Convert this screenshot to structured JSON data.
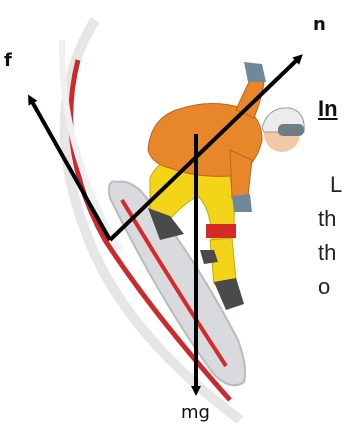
{
  "labels": {
    "f": "f",
    "n": "n",
    "mg": "mg"
  },
  "side_text": {
    "title_fragment": "In",
    "line_fragments": [
      "L",
      "th",
      "th",
      "o"
    ]
  },
  "colors": {
    "arrow": "#000000",
    "jacket": "#e8862a",
    "pants": "#f2d418",
    "board": "#d8dadd",
    "board_stripe": "#d42a2a",
    "helmet": "#ececec",
    "goggle": "#6d7f85"
  }
}
